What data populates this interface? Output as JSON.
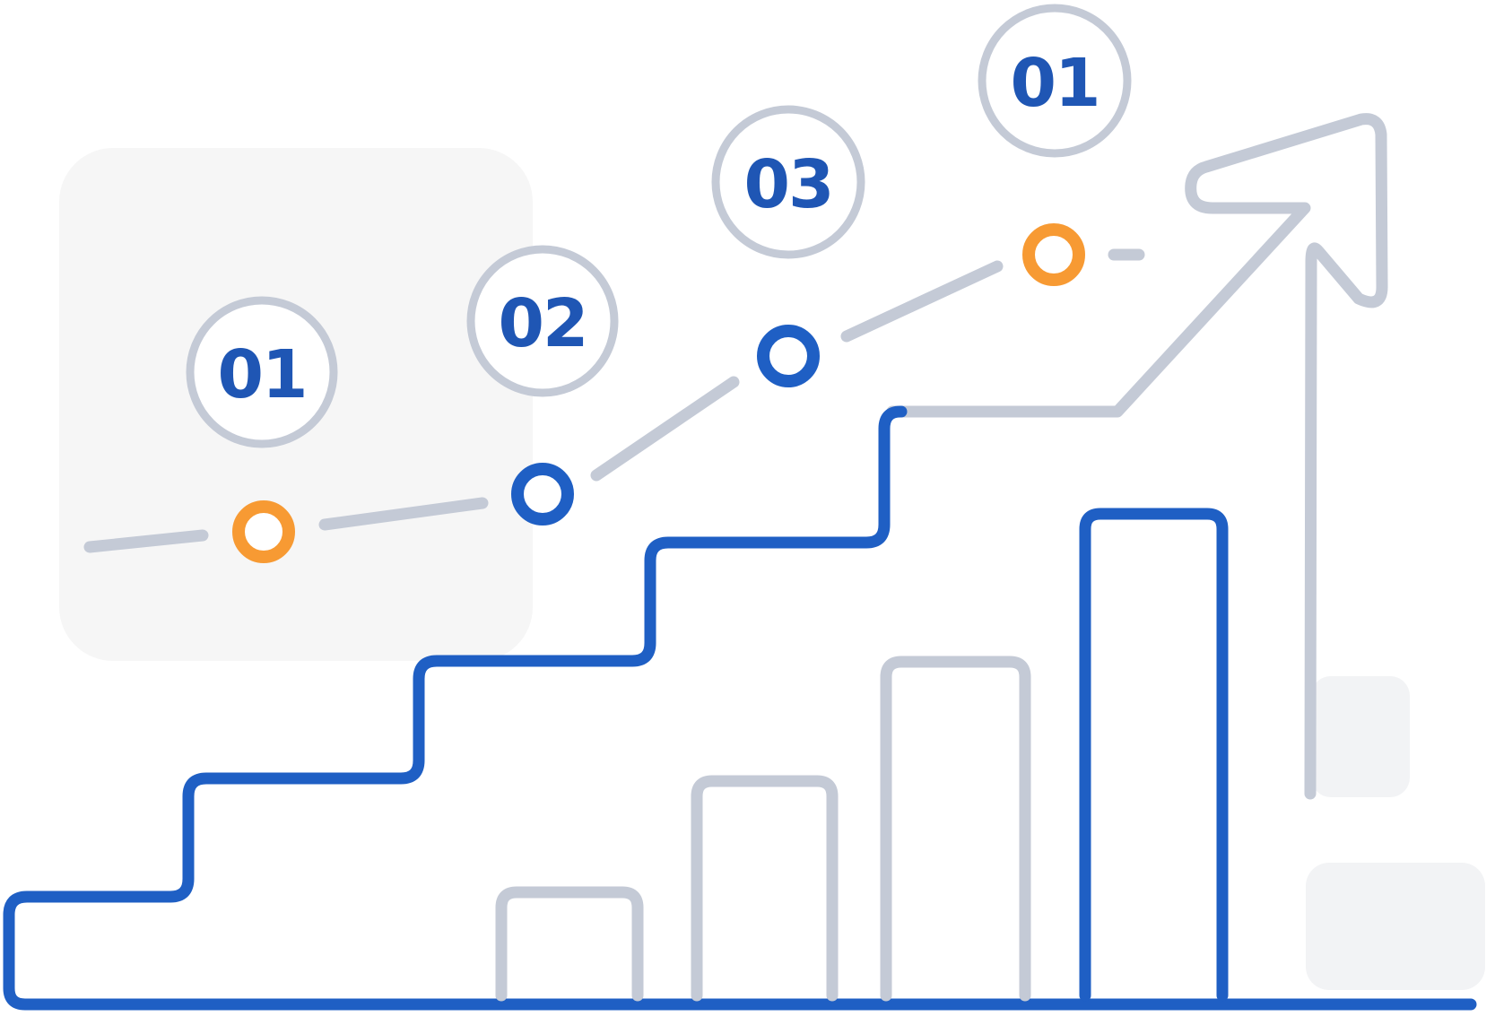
{
  "colors": {
    "primary_blue": "#1f5fc4",
    "accent_orange": "#f79a33",
    "neutral_gray": "#c4cad6",
    "panel_gray": "#f4f4f5",
    "number_blue": "#1f56b4",
    "background": "#ffffff"
  },
  "labels": {
    "step_first": "01",
    "step_second": "02",
    "step_third": "03",
    "step_top": "01"
  },
  "icons": {
    "growth_arrow": "trend-arrow-icon",
    "bar_chart": "bar-chart-icon",
    "staircase": "staircase-icon",
    "milestones": "milestone-node-icon"
  }
}
